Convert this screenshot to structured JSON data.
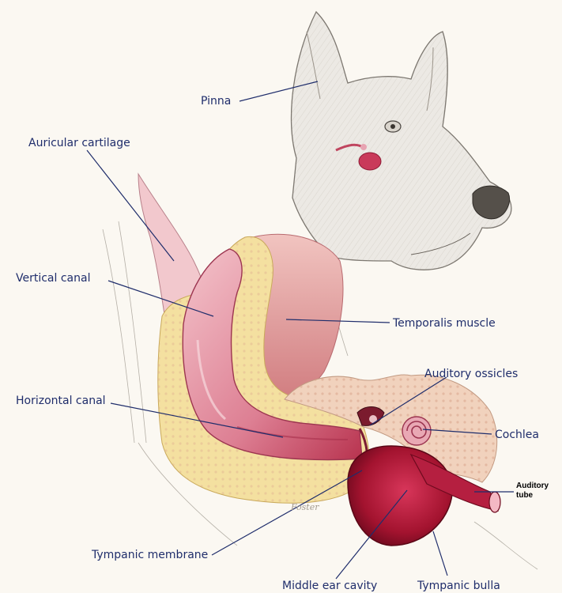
{
  "labels": {
    "pinna": "Pinna",
    "auricular_cartilage": "Auricular cartilage",
    "vertical_canal": "Vertical canal",
    "temporalis_muscle": "Temporalis muscle",
    "auditory_ossicles": "Auditory ossicles",
    "horizontal_canal": "Horizontal canal",
    "cochlea": "Cochlea",
    "auditory_tube_line1": "Auditory",
    "auditory_tube_line2": "tube",
    "tympanic_membrane": "Tympanic membrane",
    "middle_ear_cavity": "Middle ear cavity",
    "tympanic_bulla": "Tympanic bulla"
  },
  "signature": "Foster",
  "colors": {
    "label_text": "#1f2d6b",
    "leader_line": "#1f2d6b",
    "canal_pink": "#e8a0ad",
    "canal_dark": "#c0455f",
    "fat_yellow": "#f3df8c",
    "bone": "#f1d2bd",
    "middle_ear": "#b3183d",
    "muscle": "#d98c8c"
  }
}
